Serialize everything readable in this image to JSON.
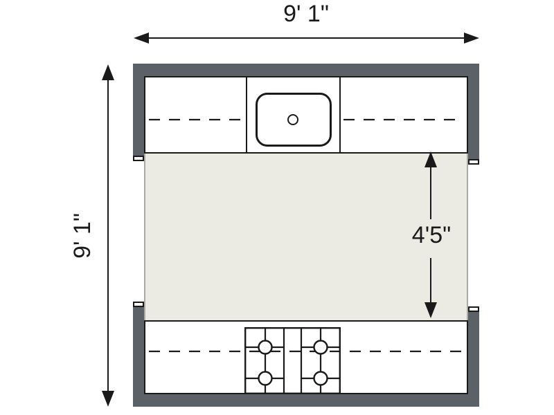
{
  "plan": {
    "type": "kitchen-galley-floor-plan",
    "dimensions": {
      "overall_width": {
        "label": "9' 1\""
      },
      "overall_height": {
        "label": "9' 1\""
      },
      "aisle_clearance": {
        "label": "4'5\""
      }
    },
    "fixtures": {
      "sink": "kitchen-sink",
      "cooktop": "four-burner-cooktop",
      "burner_count": 4,
      "top_counter": "upper-counter-run",
      "bottom_counter": "lower-counter-run"
    },
    "colors": {
      "wall": "#5c6067",
      "floor": "#ebebe3",
      "counter": "#ffffff",
      "line": "#1a1a1a"
    }
  }
}
